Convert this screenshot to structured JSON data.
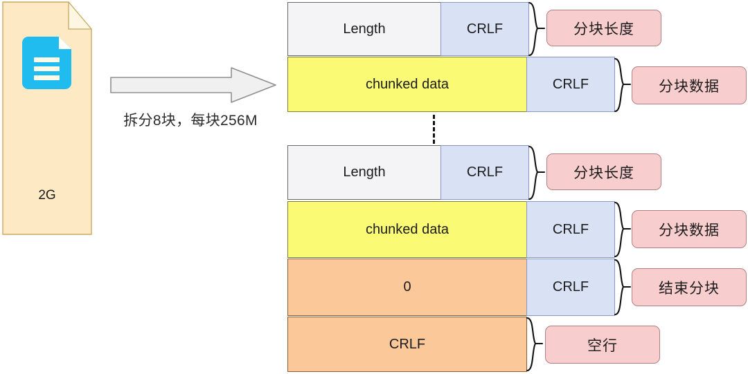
{
  "diagram": {
    "title_text": "HTTP chunked transfer encoding diagram",
    "source": {
      "size_label": "2G",
      "icon_name": "document-file-icon",
      "fill_color": "#fdeac4",
      "border_color": "#c9a95e"
    },
    "arrow": {
      "caption": "拆分8块，每块256M",
      "fill_color": "#f0f0f0",
      "border_color": "#8f8f8f"
    },
    "palette": {
      "length_cell": "#f4f3f6",
      "crlf_cell": "#d9e2f5",
      "data_cell": "#fafa74",
      "terminator_cell": "#fbc89a",
      "tag_fill": "#f8cdcd",
      "tag_border": "#b08080"
    },
    "groups": [
      {
        "name": "first-chunk",
        "rows": [
          {
            "name": "chunk-length-row",
            "left_label": "Length",
            "right_label": "CRLF",
            "tag": "分块长度"
          },
          {
            "name": "chunk-data-row",
            "left_label": "chunked data",
            "right_label": "CRLF",
            "tag": "分块数据"
          }
        ]
      },
      {
        "name": "last-chunk",
        "rows": [
          {
            "name": "chunk-length-row",
            "left_label": "Length",
            "right_label": "CRLF",
            "tag": "分块长度"
          },
          {
            "name": "chunk-data-row",
            "left_label": "chunked data",
            "right_label": "CRLF",
            "tag": "分块数据"
          },
          {
            "name": "terminator-row",
            "left_label": "0",
            "right_label": "CRLF",
            "tag": "结束分块"
          },
          {
            "name": "blank-line-row",
            "left_label": "CRLF",
            "right_label": "",
            "tag": "空行"
          }
        ]
      }
    ]
  }
}
